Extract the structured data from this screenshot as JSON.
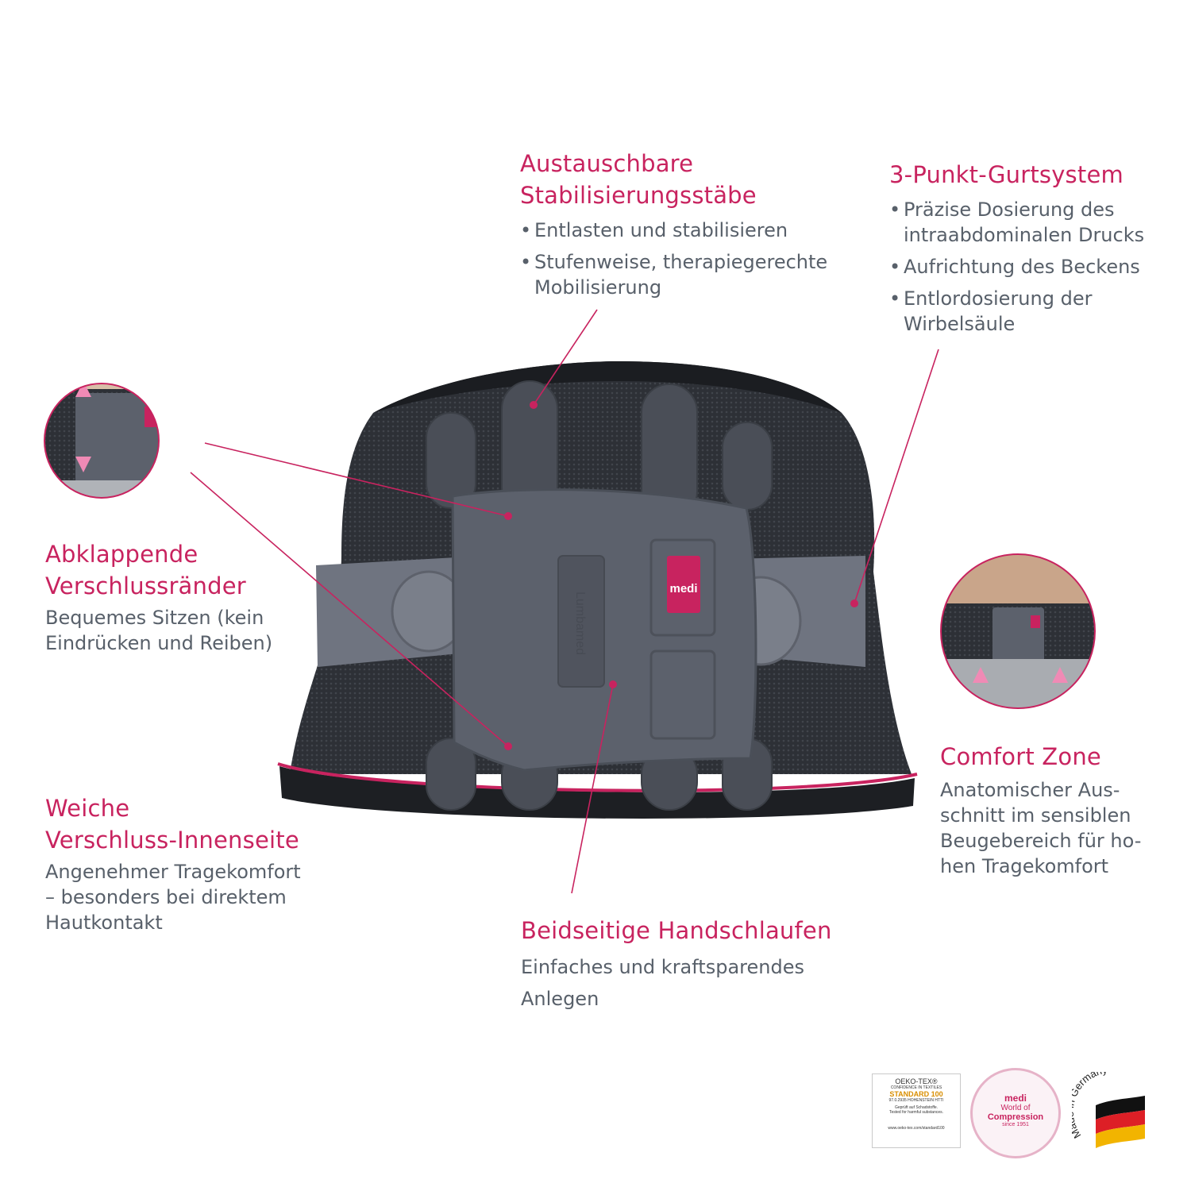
{
  "features": {
    "stabilizers": {
      "title": [
        "Austauschbare",
        "Stabilisierungsstäbe"
      ],
      "bullets": [
        "Entlasten und stabilisieren",
        "Stufenweise, therapiegerechte Mobilisierung"
      ]
    },
    "strap_system": {
      "title": "3-Punkt-Gurtsystem",
      "bullets": [
        "Präzise Dosierung des intraabdominalen Drucks",
        "Aufrichtung des Beckens",
        "Entlordosierung der Wirbelsäule"
      ]
    },
    "fold_edges": {
      "title": [
        "Abklappende",
        "Verschlussränder"
      ],
      "desc": [
        "Bequemes Sitzen (kein",
        "Eindrücken und Reiben)"
      ]
    },
    "soft_inside": {
      "title": [
        "Weiche",
        "Verschluss-Innenseite"
      ],
      "desc": [
        "Angenehmer Tragekomfort",
        "– besonders bei direktem",
        "Hautkontakt"
      ]
    },
    "hand_loops": {
      "title": "Beidseitige Handschlaufen",
      "desc": [
        "Einfaches und kraftsparendes",
        "Anlegen"
      ]
    },
    "comfort_zone": {
      "title": "Comfort Zone",
      "desc": [
        "Anatomischer Aus-",
        "schnitt im sensiblen",
        "Beugebereich für ho-",
        "hen Tragekomfort"
      ]
    }
  },
  "product": {
    "brand_label": "medi",
    "embossed_text": "Lumbamed"
  },
  "badges": {
    "oeko_tex": {
      "lines": [
        "OEKO-TEX®",
        "CONFIDENCE IN TEXTILES",
        "STANDARD 100",
        "97.0.2935 HOHENSTEIN HTTI",
        "Geprüft auf Schadstoffe.",
        "Tested for harmful substances.",
        "www.oeko-tex.com/standard100"
      ]
    },
    "world_of_compression": {
      "lines": [
        "medi",
        "World of",
        "Compression",
        "since 1951"
      ]
    },
    "made_in_germany": {
      "label": "Made in Germany"
    }
  },
  "colors": {
    "accent": "#c8235f",
    "text": "#58606a",
    "belt_dark": "#2f3238",
    "panel_gray": "#5a5f69"
  }
}
